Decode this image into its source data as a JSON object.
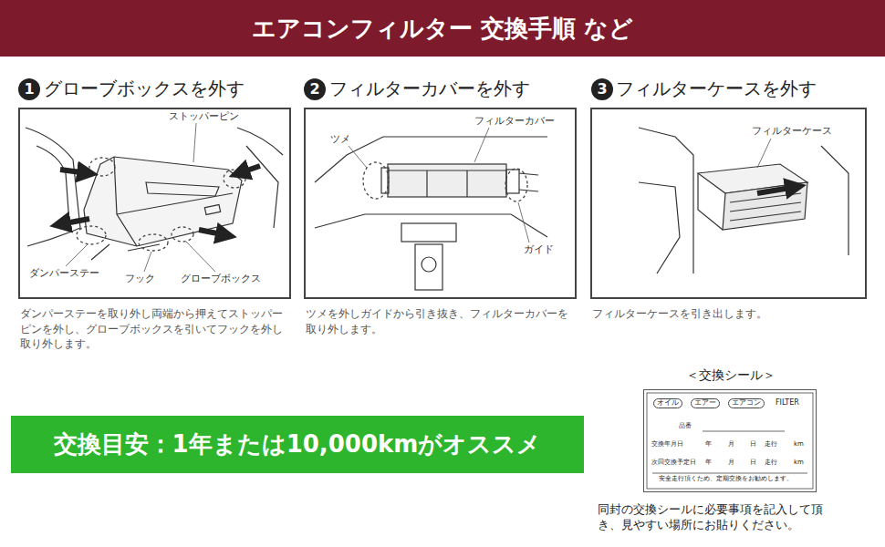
{
  "diagram": {
    "title": "エアコンフィルター 交換手順 など",
    "nodes": [
      {
        "text": [
          "グローブボックスを外す",
          "ダンパーステーを取り外し両端から押えてストッパーピンを外し、グローブボックスを引いてフックを外し取り外します。"
        ]
      },
      {
        "text": [
          "フィルターカバーを外す",
          "ツメを外しガイドから引き抜き、フィルターカバーを取り外します。"
        ]
      },
      {
        "text": [
          "フィルターケースを外す",
          "フィルターケースを引き出します。"
        ]
      },
      {
        "text": [
          "交換目安：1年または10,000kmがオススメ"
        ]
      },
      {
        "text": [
          "＜交換シール＞"
        ]
      }
    ],
    "labels": [
      "1",
      "2",
      "3",
      "ストッパーピン",
      "ダンパーステー",
      "フック",
      "グローブボックス",
      "ツメ",
      "フィルターカバー",
      "ガイド",
      "フィルターケース",
      "オイル",
      "エアー",
      "エアコン",
      "FILTER",
      "品番",
      "交換年月日",
      "年",
      "月",
      "日",
      "走行",
      "km",
      "次回交換予定日",
      "年",
      "月",
      "日",
      "走行",
      "km",
      "安全走行頂くため、定期交換をお勧めします。",
      "同封の交換シールに必要事項を記入して頂き、見やすい場所にお貼りください。"
    ]
  }
}
